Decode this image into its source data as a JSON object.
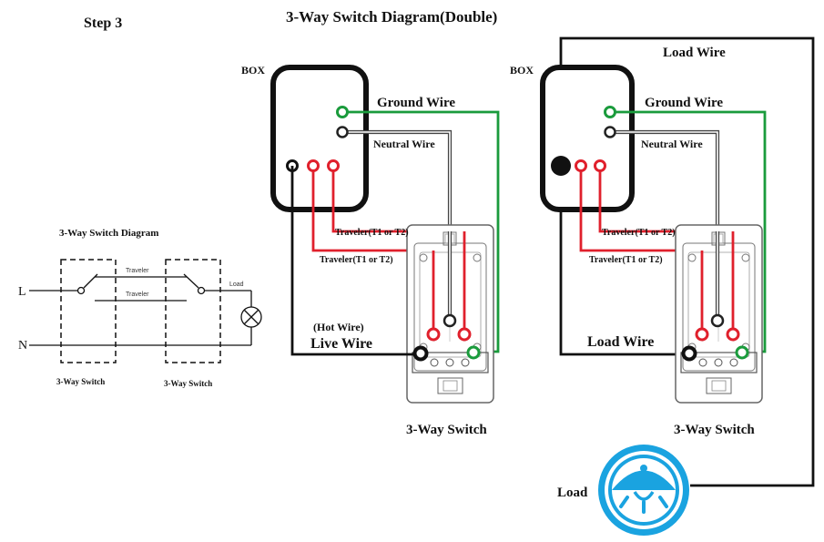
{
  "step_label": "Step 3",
  "title": "3-Way Switch Diagram(Double)",
  "schematic": {
    "title": "3-Way Switch Diagram",
    "line_label": "L",
    "neutral_label": "N",
    "traveler_top": "Traveler",
    "traveler_bottom": "Traveler",
    "load_label": "Load",
    "switch1_label": "3-Way Switch",
    "switch2_label": "3-Way Switch"
  },
  "left": {
    "box_label": "BOX",
    "ground_wire": "Ground  Wire",
    "neutral_wire": "Neutral Wire",
    "traveler1": "Traveler(T1 or T2)",
    "traveler2": "Traveler(T1 or T2)",
    "hot_wire": "(Hot Wire)",
    "live_wire": "Live  Wire",
    "switch_label": "3-Way Switch"
  },
  "right": {
    "box_label": "BOX",
    "load_wire_top": "Load Wire",
    "ground_wire": "Ground  Wire",
    "neutral_wire": "Neutral Wire",
    "traveler1": "Traveler(T1 or T2)",
    "traveler2": "Traveler(T1 or T2)",
    "load_wire": "Load Wire",
    "switch_label": "3-Way Switch"
  },
  "load_label": "Load",
  "colors": {
    "ground": "#1a9b3c",
    "traveler": "#e0202c",
    "hot": "#111111",
    "neutral": "#555555",
    "lamp": "#1aa3e0"
  },
  "icons": [
    "lamp-icon",
    "switch-device-icon",
    "junction-box-icon"
  ]
}
